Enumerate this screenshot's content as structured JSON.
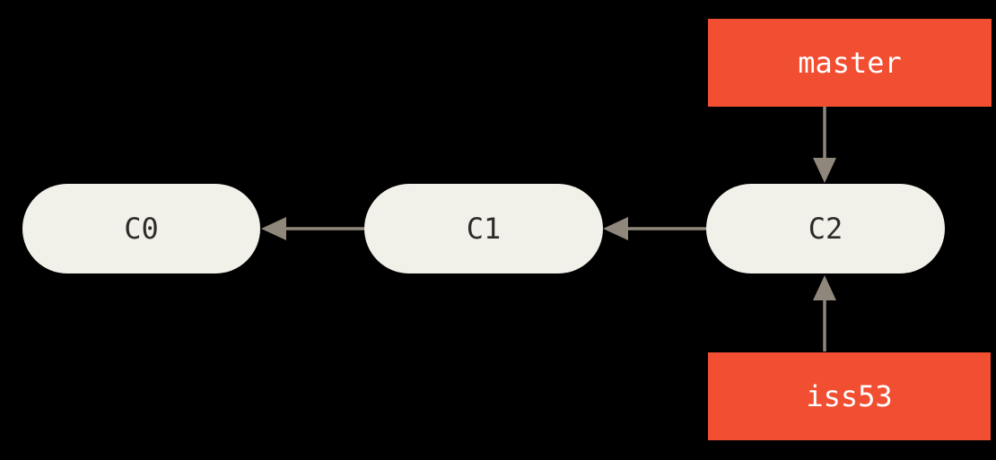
{
  "colors": {
    "background": "#000000",
    "commit_fill": "#f2f1e9",
    "commit_text": "#2f2c28",
    "branch_fill": "#f14e32",
    "branch_text": "#ffffff",
    "arrow": "#8f877b"
  },
  "commits": [
    {
      "label": "C0"
    },
    {
      "label": "C1"
    },
    {
      "label": "C2"
    }
  ],
  "branches": [
    {
      "label": "master"
    },
    {
      "label": "iss53"
    }
  ],
  "edges": [
    {
      "name": "c1-to-c0",
      "description": "C1 points to parent C0"
    },
    {
      "name": "c2-to-c1",
      "description": "C2 points to parent C1"
    },
    {
      "name": "master-to-c2",
      "description": "master branch points to C2"
    },
    {
      "name": "iss53-to-c2",
      "description": "iss53 branch points to C2"
    }
  ]
}
